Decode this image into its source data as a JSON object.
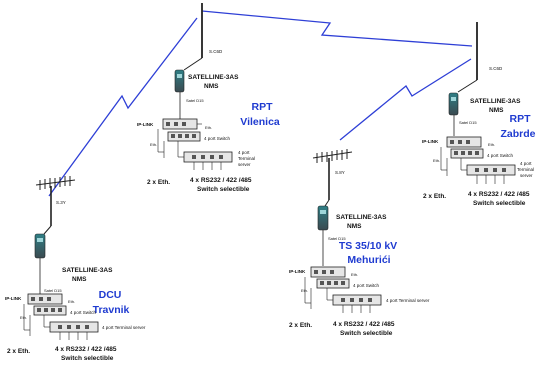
{
  "colors": {
    "link": "#2e3fd6",
    "site_label": "#1f3bd0",
    "device_dark": "#3b4a50",
    "device_teal": "#2f7f86",
    "box_fill": "#e6e6e6",
    "box_stroke": "#222222",
    "wire": "#222222"
  },
  "common": {
    "radio_model_line1": "SATELLINE-3AS",
    "radio_model_line2": "NMS",
    "iplink": "IP-LINK",
    "eth": "Eth.",
    "switch": "4 port Switch",
    "eth_x2": "2 x Eth.",
    "serial_line1": "4 x RS232 / 422 /485",
    "serial_line2": "Switch selectible",
    "terminal_server": "4 port Terminal server",
    "terminal_line1": "4 port",
    "terminal_line2": "Terminal",
    "terminal_line3": "server",
    "satel_d15": "Satel D15"
  },
  "sites": {
    "rpt_vilenica": {
      "name_line1": "RPT",
      "name_line2": "Vilenica",
      "antenna": "S.C6D"
    },
    "rpt_zabrde": {
      "name_line1": "RPT",
      "name_line2": "Zabrde",
      "antenna": "S.C6D"
    },
    "dcu_travnik": {
      "name_line1": "DCU",
      "name_line2": "Travnik",
      "antenna": "S.3Y"
    },
    "ts_mehurici": {
      "name_line1": "TS 35/10 kV",
      "name_line2": "Mehurići",
      "antenna": "S.8Y"
    }
  }
}
